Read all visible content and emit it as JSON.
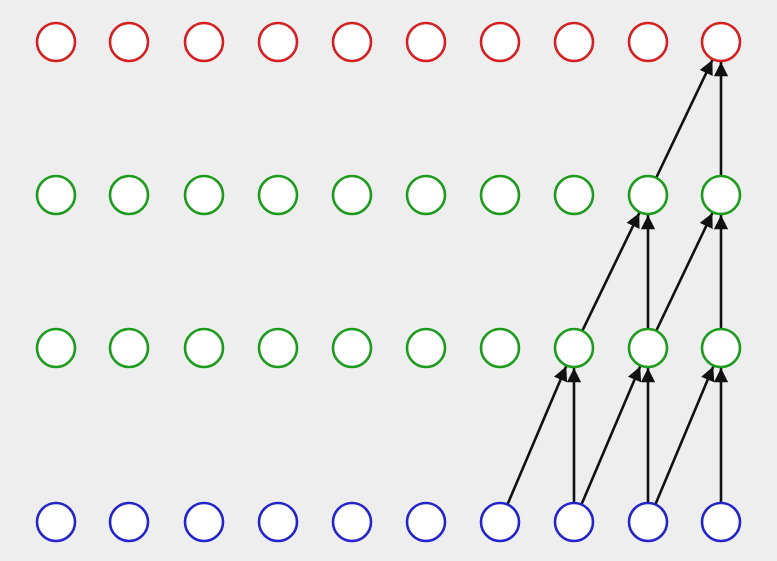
{
  "diagram": {
    "type": "layered-causal-network",
    "columns": 10,
    "background_color": "#eeeeee",
    "arrow_color": "#111111",
    "layers": [
      {
        "id": "output",
        "role": "output",
        "color": "#d42020"
      },
      {
        "id": "hidden2",
        "role": "hidden",
        "color": "#1c9b1c"
      },
      {
        "id": "hidden1",
        "role": "hidden",
        "color": "#1c9b1c"
      },
      {
        "id": "input",
        "role": "input",
        "color": "#2424cc"
      }
    ],
    "edges": [
      {
        "from_layer": "input",
        "from_col": 6,
        "to_layer": "hidden1",
        "to_col": 7
      },
      {
        "from_layer": "input",
        "from_col": 7,
        "to_layer": "hidden1",
        "to_col": 7
      },
      {
        "from_layer": "input",
        "from_col": 7,
        "to_layer": "hidden1",
        "to_col": 8
      },
      {
        "from_layer": "input",
        "from_col": 8,
        "to_layer": "hidden1",
        "to_col": 8
      },
      {
        "from_layer": "input",
        "from_col": 8,
        "to_layer": "hidden1",
        "to_col": 9
      },
      {
        "from_layer": "input",
        "from_col": 9,
        "to_layer": "hidden1",
        "to_col": 9
      },
      {
        "from_layer": "hidden1",
        "from_col": 7,
        "to_layer": "hidden2",
        "to_col": 8
      },
      {
        "from_layer": "hidden1",
        "from_col": 8,
        "to_layer": "hidden2",
        "to_col": 8
      },
      {
        "from_layer": "hidden1",
        "from_col": 8,
        "to_layer": "hidden2",
        "to_col": 9
      },
      {
        "from_layer": "hidden1",
        "from_col": 9,
        "to_layer": "hidden2",
        "to_col": 9
      },
      {
        "from_layer": "hidden2",
        "from_col": 8,
        "to_layer": "output",
        "to_col": 9
      },
      {
        "from_layer": "hidden2",
        "from_col": 9,
        "to_layer": "output",
        "to_col": 9
      }
    ]
  }
}
